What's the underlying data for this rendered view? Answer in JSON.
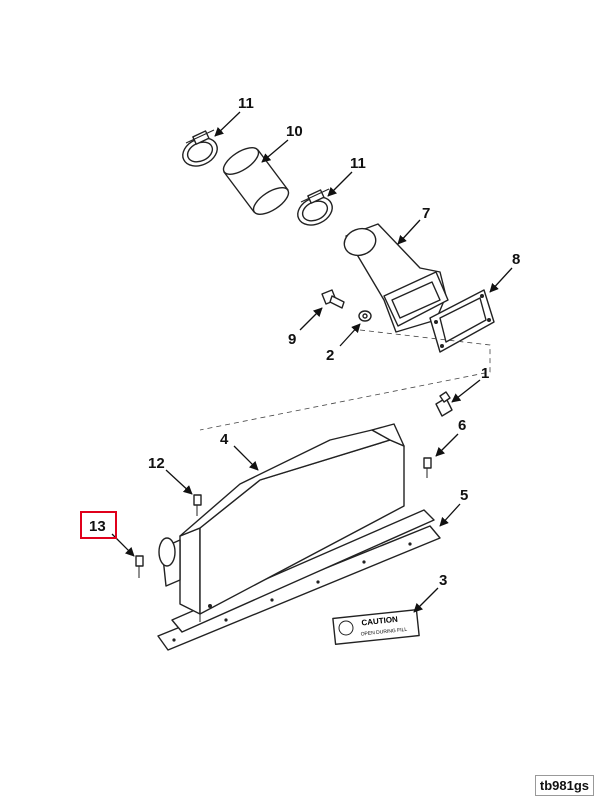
{
  "callouts": [
    {
      "id": "c11a",
      "label": "11"
    },
    {
      "id": "c10",
      "label": "10"
    },
    {
      "id": "c11b",
      "label": "11"
    },
    {
      "id": "c7",
      "label": "7"
    },
    {
      "id": "c8",
      "label": "8"
    },
    {
      "id": "c9",
      "label": "9"
    },
    {
      "id": "c2",
      "label": "2"
    },
    {
      "id": "c1",
      "label": "1"
    },
    {
      "id": "c4",
      "label": "4"
    },
    {
      "id": "c6",
      "label": "6"
    },
    {
      "id": "c12",
      "label": "12"
    },
    {
      "id": "c5",
      "label": "5"
    },
    {
      "id": "c13",
      "label": "13"
    },
    {
      "id": "c3",
      "label": "3"
    }
  ],
  "caution_label": {
    "title": "CAUTION",
    "subtitle": "OPEN DURING FILL"
  },
  "image_code": "tb981gs",
  "highlight": {
    "callout": "13",
    "color": "#e0001b"
  }
}
